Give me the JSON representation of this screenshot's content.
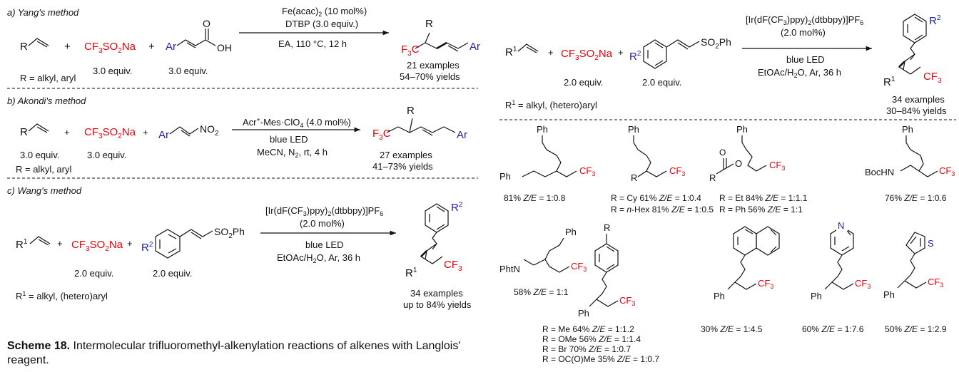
{
  "colors": {
    "reagent": "#e8000b",
    "aryl": "#1e1ea8",
    "ink": "#111111"
  },
  "a": {
    "title": "a) Yang's method",
    "r_group": "R",
    "plus": "+",
    "reagent": "CF3SO2Na",
    "reagent_equiv": "3.0 equiv.",
    "acid_ar": "Ar",
    "acid_o": "O",
    "acid_oh": "OH",
    "acid_equiv": "3.0 equiv.",
    "r_def": "R = alkyl, aryl",
    "cond1": "Fe(acac)2 (10 mol%)",
    "cond2": "DTBP (3.0 equiv.)",
    "cond3": "EA, 110 °C, 12 h",
    "product_cf3": "F3C",
    "product_r": "R",
    "product_ar": "Ar",
    "examples": "21 examples",
    "yields": "54–70% yields"
  },
  "b": {
    "title": "b) Akondi's method",
    "r_group": "R",
    "plus": "+",
    "reagent": "CF3SO2Na",
    "alkene_equiv": "3.0 equiv.",
    "reagent_equiv": "3.0 equiv.",
    "nitro_ar": "Ar",
    "nitro_group": "NO2",
    "r_def": "R = alkyl, aryl",
    "cond1": "Acr+-Mes·ClO4 (4.0 mol%)",
    "cond2": "blue LED",
    "cond3": "MeCN, N2, rt, 4 h",
    "product_cf3": "F3C",
    "product_r": "R",
    "product_ar": "Ar",
    "examples": "27 examples",
    "yields": "41–73% yields"
  },
  "c": {
    "title": "c) Wang's method",
    "r_group": "R1",
    "plus": "+",
    "reagent": "CF3SO2Na",
    "reagent_equiv": "2.0 equiv.",
    "sulfone_r": "R2",
    "sulfone_group": "SO2Ph",
    "sulfone_equiv": "2.0 equiv.",
    "r_def": "R1 = alkyl, (hetero)aryl",
    "cond1": "[Ir(dF(CF3)ppy)2(dtbbpy)]PF6",
    "cond2": "(2.0 mol%)",
    "cond3": "blue LED",
    "cond4": "EtOAc/H2O, Ar, 36 h",
    "product_r2": "R2",
    "product_r1": "R1",
    "product_cf3": "CF3",
    "examples": "34 examples",
    "yields": "up to 84% yields"
  },
  "right": {
    "r_group": "R1",
    "plus": "+",
    "reagent": "CF3SO2Na",
    "reagent_equiv": "2.0 equiv.",
    "sulfone_r": "R2",
    "sulfone_group": "SO2Ph",
    "sulfone_equiv": "2.0 equiv.",
    "r_def": "R1 = alkyl, (hetero)aryl",
    "cond1": "[Ir(dF(CF3)ppy)2(dtbbpy)]PF6",
    "cond2": "(2.0 mol%)",
    "cond3": "blue LED",
    "cond4": "EtOAc/H2O, Ar, 36 h",
    "product_r2": "R2",
    "product_r1": "R1",
    "product_cf3": "CF3",
    "examples": "34 examples",
    "yields": "30–84% yields"
  },
  "substrates": [
    {
      "ph": "Ph",
      "sub": "Ph",
      "cf3": "CF3",
      "lines": [
        "81%  Z/E = 1:0.8"
      ]
    },
    {
      "ph": "Ph",
      "sub": "R",
      "cf3": "CF3",
      "lines": [
        "R = Cy       61%  Z/E = 1:0.4",
        "R = n-Hex  81%  Z/E = 1:0.5"
      ]
    },
    {
      "ph": "Ph",
      "sub": "R",
      "o": "O",
      "cf3": "CF3",
      "lines": [
        "R = Et  84%  Z/E = 1:1.1",
        "R = Ph 56%  Z/E = 1:1"
      ]
    },
    {
      "ph": "Ph",
      "sub": "BocHN",
      "cf3": "CF3",
      "lines": [
        "76% Z/E = 1:0.6"
      ]
    },
    {
      "ph": "Ph",
      "sub": "PhtN",
      "cf3": "CF3",
      "lines": [
        "58%  Z/E = 1:1"
      ]
    },
    {
      "r": "R",
      "ph": "Ph",
      "cf3": "CF3",
      "lines": [
        "R = Me          64%  Z/E = 1:1.2",
        "R = OMe        56%  Z/E = 1:1.4",
        "R = Br           70%  Z/E = 1:0.7",
        "R = OC(O)Me 35%  Z/E = 1:0.7"
      ]
    },
    {
      "ph": "Ph",
      "cf3": "CF3",
      "lines": [
        "30%  Z/E = 1:4.5"
      ]
    },
    {
      "het": "N",
      "ph": "Ph",
      "cf3": "CF3",
      "lines": [
        "60%  Z/E = 1:7.6"
      ]
    },
    {
      "het": "S",
      "ph": "Ph",
      "cf3": "CF3",
      "lines": [
        "50%  Z/E = 1:2.9"
      ]
    }
  ],
  "caption": {
    "label": "Scheme 18.",
    "text": "Intermolecular trifluoromethyl-alkenylation reactions of alkenes with Langlois' reagent."
  }
}
